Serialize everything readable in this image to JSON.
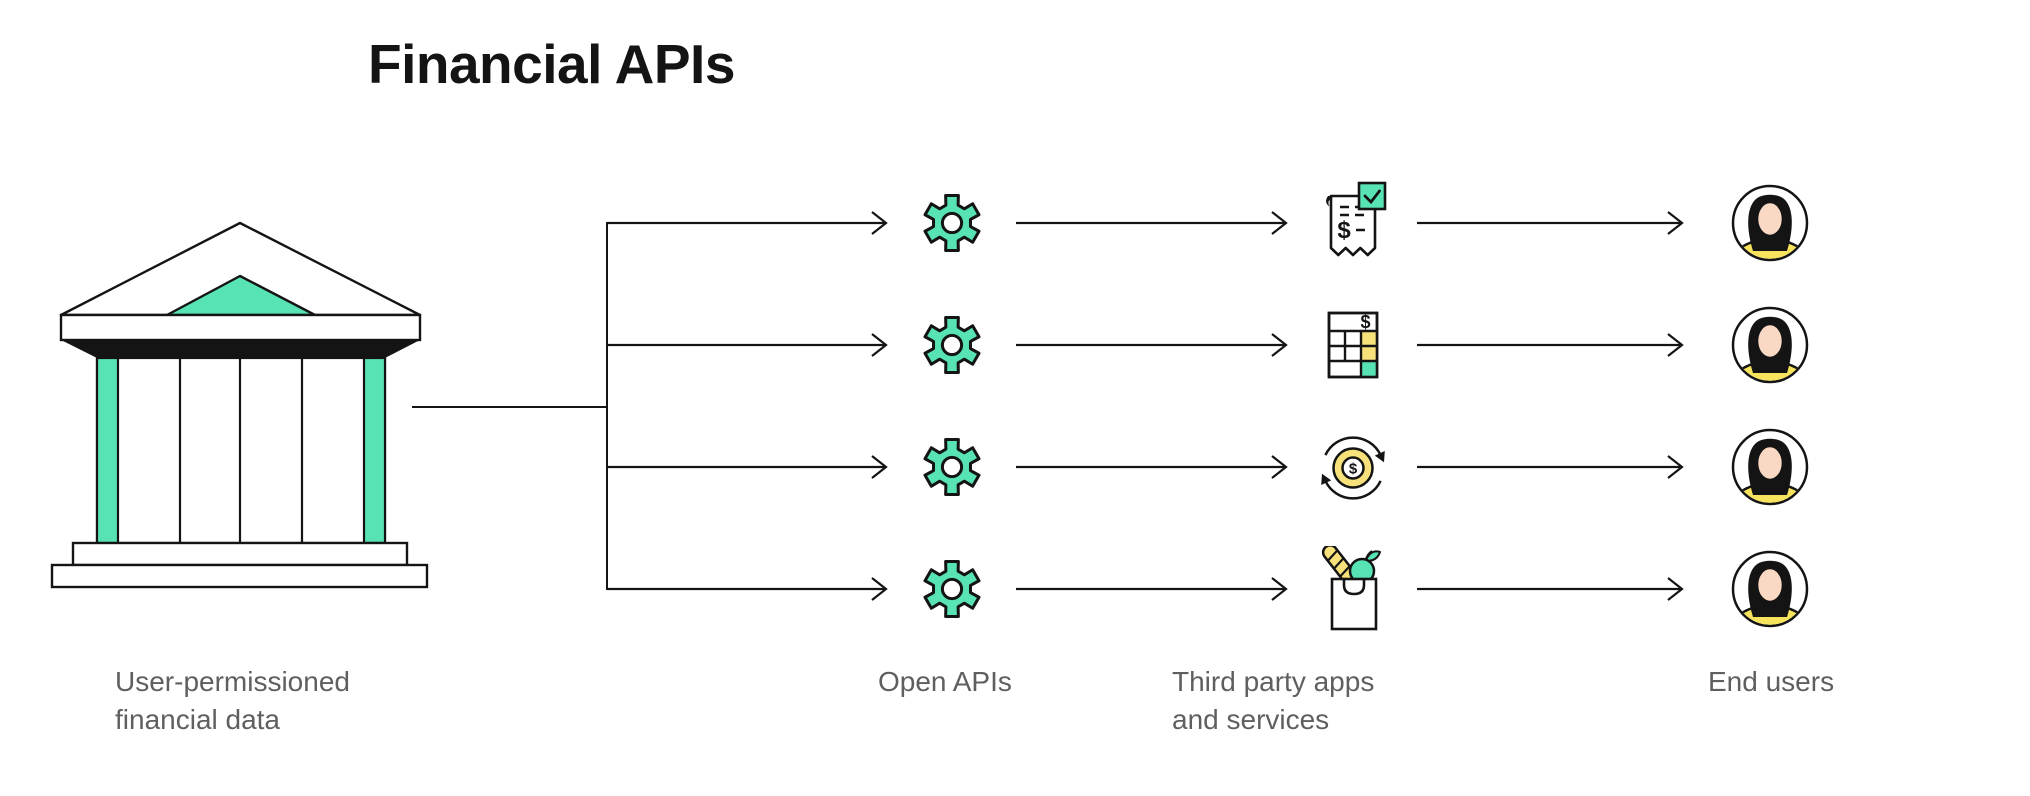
{
  "title": "Financial APIs",
  "currency_symbol": "$",
  "colors": {
    "green": "#58E3B5",
    "yellow": "#F7E17B",
    "shirt": "#F8E45C",
    "peach": "#FAD9C4",
    "ink": "#141414",
    "label_gray": "#5F5F5F"
  },
  "stages": {
    "source": {
      "label_line1": "User-permissioned",
      "label_line2": "financial data",
      "icon": "bank-building"
    },
    "open_apis": {
      "label": "Open APIs",
      "icon": "gear",
      "count": 4
    },
    "third_party": {
      "label_line1": "Third party apps",
      "label_line2": "and services",
      "icons": [
        "receipt-with-checkmark",
        "spreadsheet-calculator",
        "money-circulation-coin",
        "grocery-bag"
      ]
    },
    "end_users": {
      "label": "End users",
      "icon": "person-avatar",
      "count": 4
    }
  }
}
